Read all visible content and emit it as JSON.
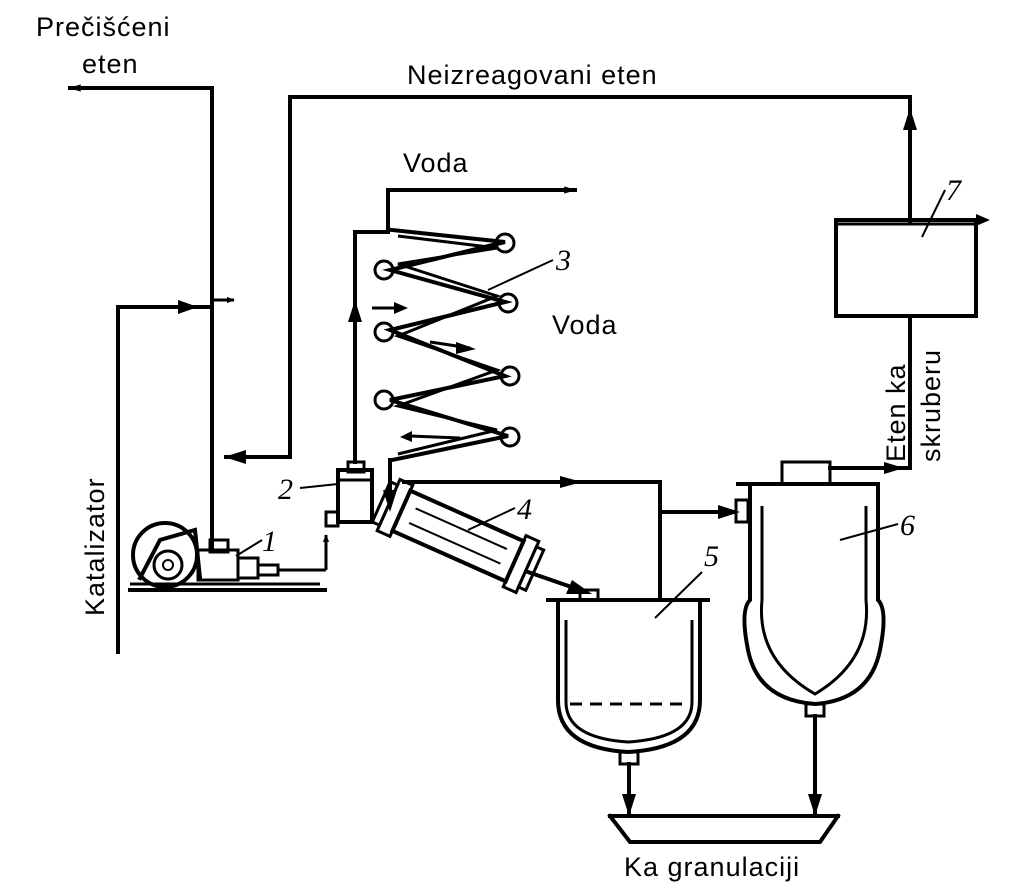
{
  "labels": {
    "precisceni_line1": "Prečišćeni",
    "precisceni_line2": "eten",
    "neizreagovani": "Neizreagovani eten",
    "voda_top": "Voda",
    "voda_mid": "Voda",
    "katalizator": "Katalizator",
    "eten_ka_line1": "Eten ka",
    "eten_ka_line2": "skruberu",
    "ka_granulaciji": "Ka granulaciji"
  },
  "numbers": {
    "n1": "1",
    "n2": "2",
    "n3": "3",
    "n4": "4",
    "n5": "5",
    "n6": "6",
    "n7": "7"
  }
}
